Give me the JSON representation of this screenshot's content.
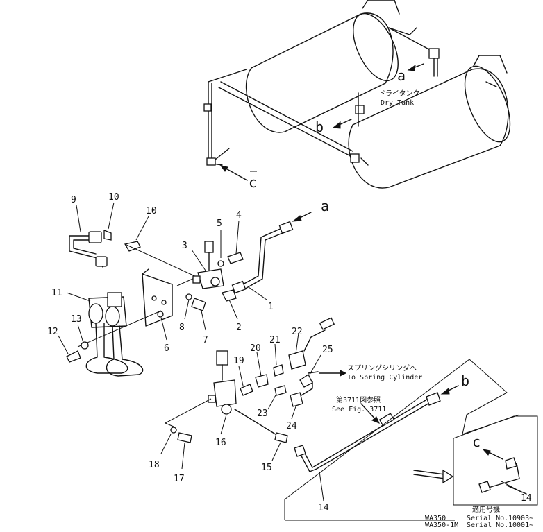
{
  "diagram": {
    "callouts": [
      "1",
      "2",
      "3",
      "4",
      "5",
      "6",
      "7",
      "8",
      "9",
      "10",
      "10",
      "11",
      "12",
      "13",
      "14",
      "14",
      "15",
      "16",
      "17",
      "18",
      "19",
      "20",
      "21",
      "22",
      "23",
      "24",
      "25"
    ],
    "connection_letters": {
      "a_top": "a",
      "a_right": "a",
      "b_top": "b",
      "b_right": "b",
      "c_left": "c",
      "c_inset": "c"
    },
    "dry_tank_jp": "ドライタンク",
    "dry_tank_en": "Dry Tank",
    "spring_jp": "スプリングシリンダへ",
    "spring_en": "To Spring Cylinder",
    "fig_ref_jp": "第3711図参照",
    "fig_ref_en": "See Fig. 3711",
    "applicability": {
      "title": "適用号機",
      "rows": [
        {
          "model": "WA350",
          "serial_label": "Serial No.",
          "serial": "10903~"
        },
        {
          "model": "WA350-1M",
          "serial_label": "Serial No.",
          "serial": "10001~"
        }
      ]
    }
  }
}
